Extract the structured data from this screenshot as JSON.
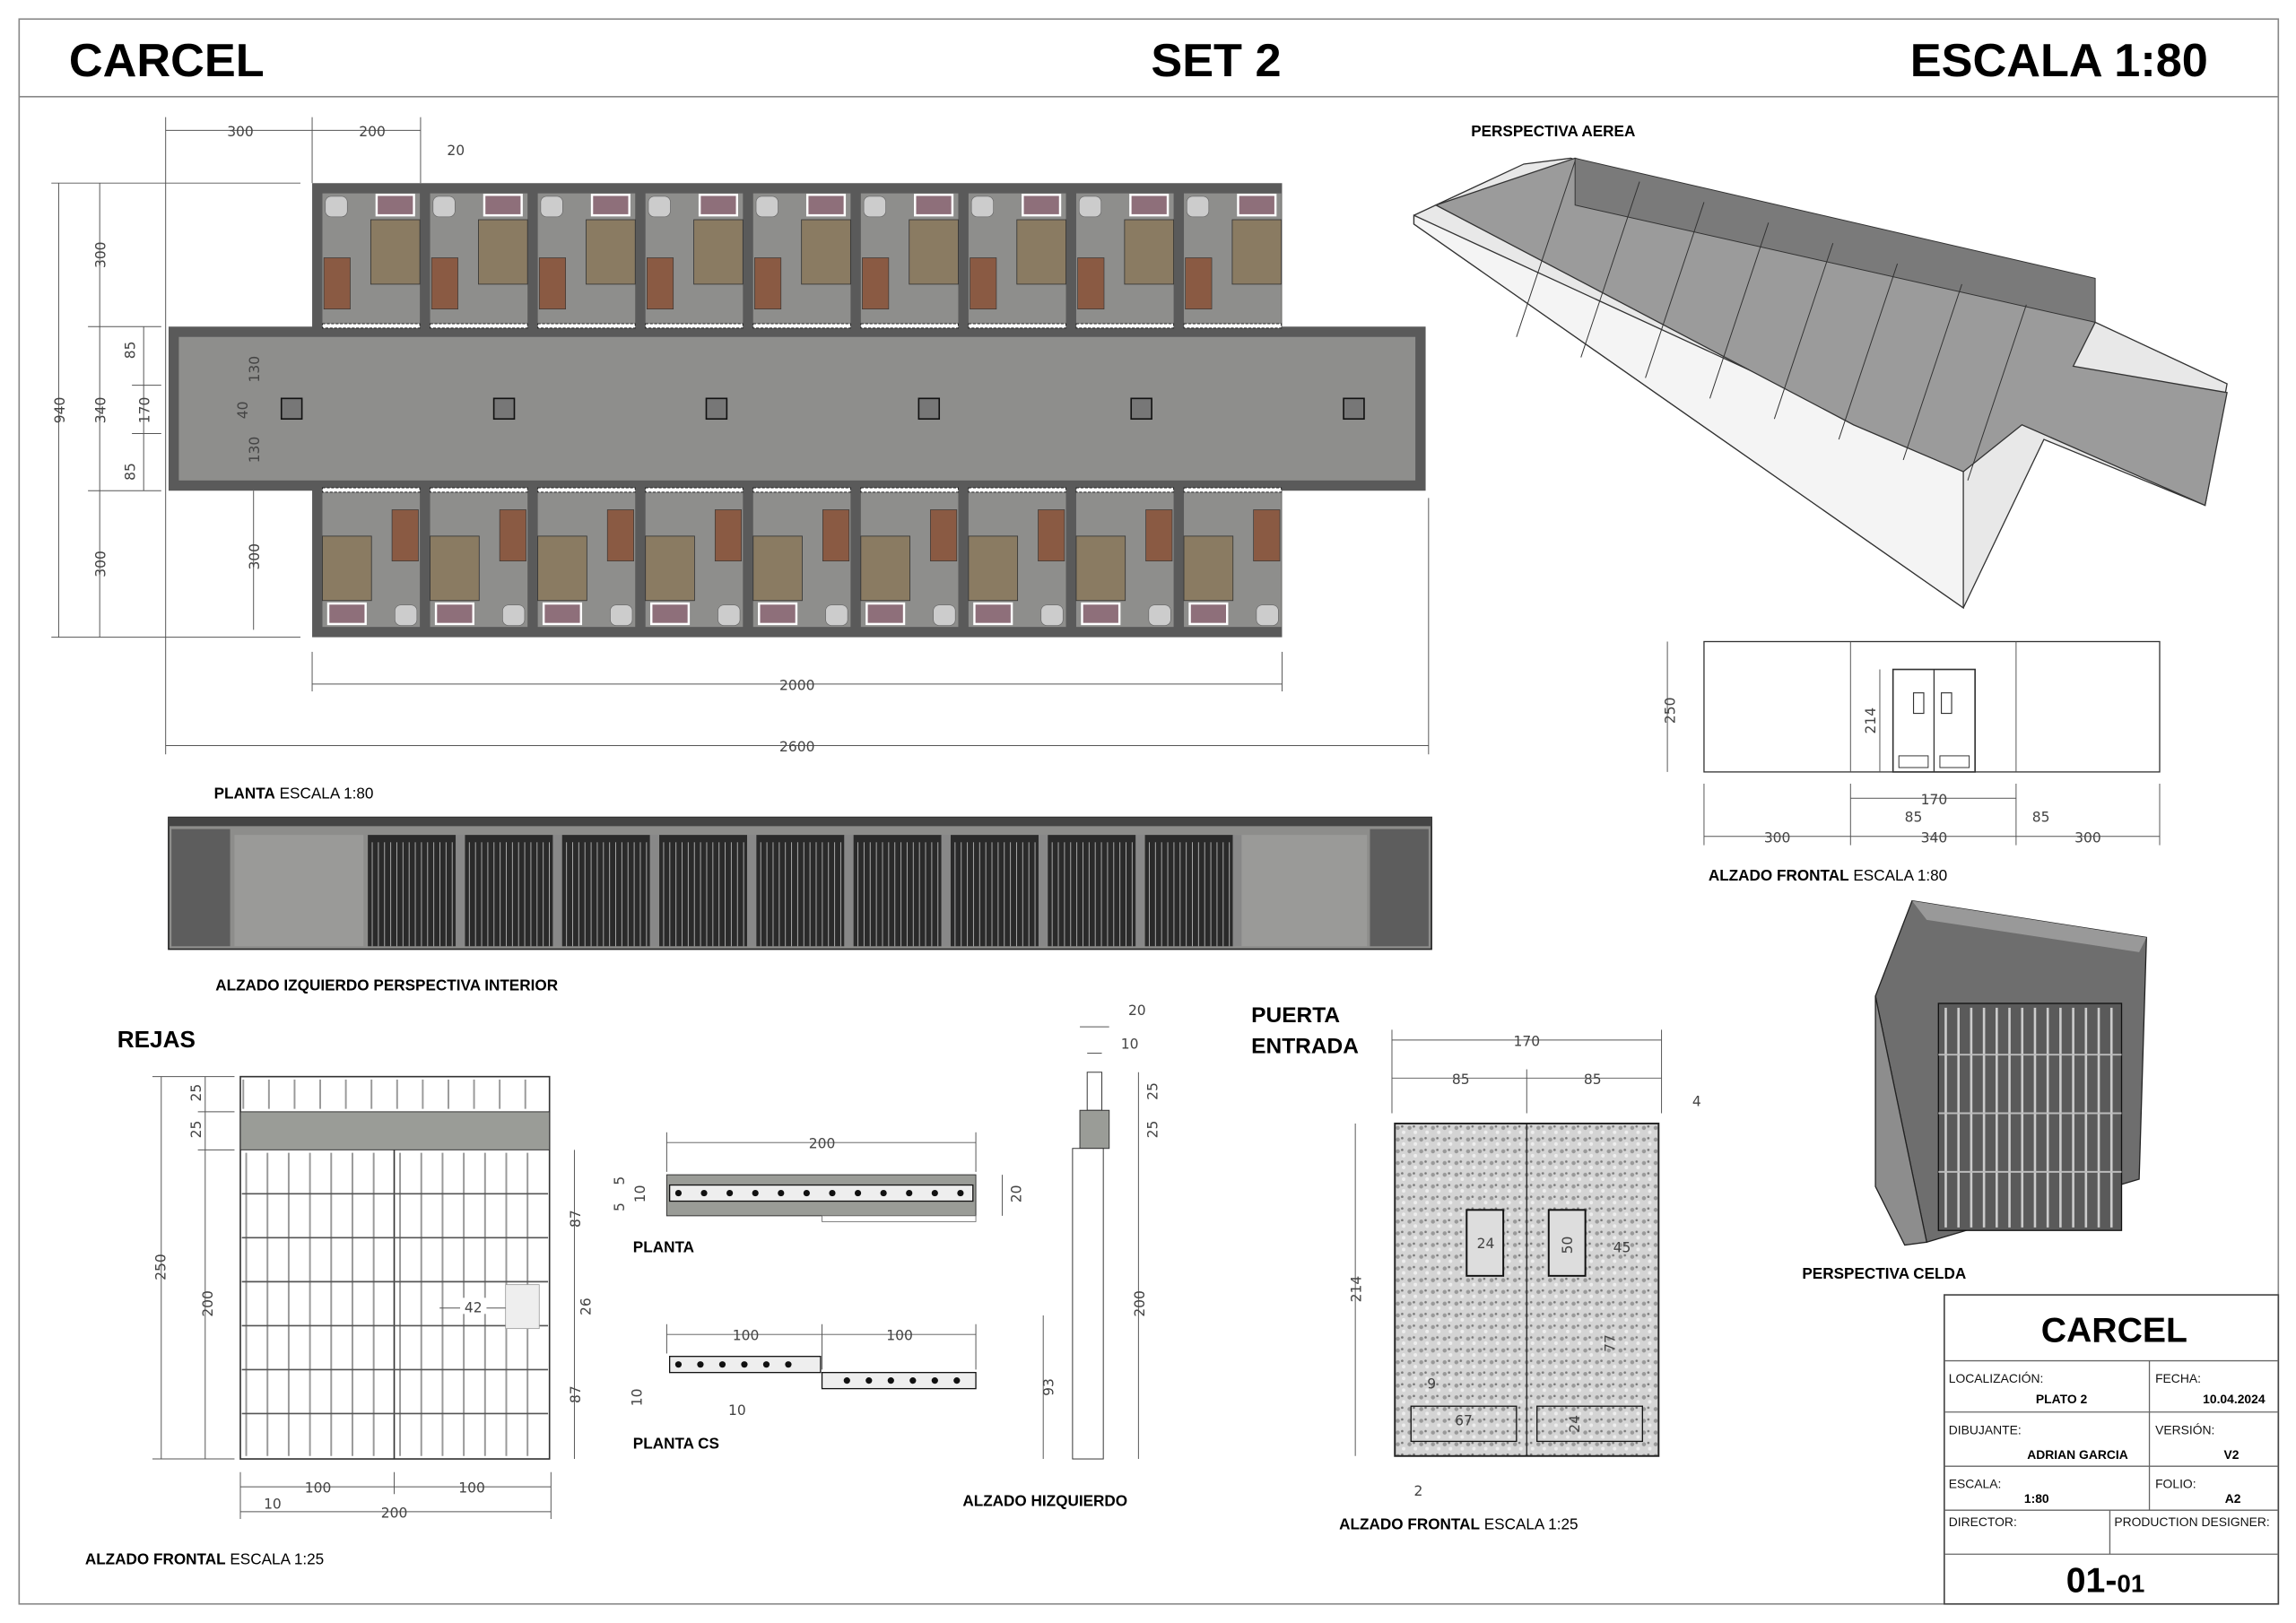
{
  "header": {
    "title": "CARCEL",
    "set": "SET 2",
    "scale": "ESCALA 1:80"
  },
  "plan": {
    "label": "PLANTA",
    "label_scale": "ESCALA 1:80",
    "dims": {
      "top_a": "300",
      "top_b": "200",
      "wall": "20",
      "total_h": "940",
      "h_top": "300",
      "h_mid": "340",
      "h_bot": "300",
      "d85a": "85",
      "d170": "170",
      "d85b": "85",
      "c130a": "130",
      "c40": "40",
      "c130b": "130",
      "c300": "300",
      "w2000": "2000",
      "w2600": "2600"
    }
  },
  "aerial": {
    "label": "PERSPECTIVA AEREA"
  },
  "front_elev": {
    "label": "ALZADO FRONTAL",
    "label_scale": "ESCALA 1:80",
    "dims": {
      "h250": "250",
      "h214": "214",
      "w170": "170",
      "w85a": "85",
      "w85b": "85",
      "w300a": "300",
      "w340": "340",
      "w300b": "300"
    }
  },
  "left_elev": {
    "label": "ALZADO IZQUIERDO PERSPECTIVA INTERIOR"
  },
  "rejas": {
    "title": "REJAS",
    "label": "ALZADO FRONTAL",
    "label_scale": "ESCALA 1:25",
    "dims": {
      "h25a": "25",
      "h25b": "25",
      "h250": "250",
      "h200": "200",
      "h87a": "87",
      "h26": "26",
      "h87b": "87",
      "w42": "42",
      "w100a": "100",
      "w100b": "100",
      "w10": "10",
      "w200": "200"
    }
  },
  "planta": {
    "label": "PLANTA",
    "dims": {
      "w200": "200",
      "d5a": "5",
      "d10": "10",
      "d5b": "5",
      "d20": "20"
    }
  },
  "planta_cs": {
    "label": "PLANTA CS",
    "dims": {
      "w100a": "100",
      "w100b": "100",
      "d10a": "10",
      "d10b": "10"
    }
  },
  "alzado_hiz": {
    "label": "ALZADO HIZQUIERDO",
    "dims": {
      "d20": "20",
      "d10": "10",
      "d25a": "25",
      "d25b": "25",
      "d200": "200",
      "d93": "93"
    }
  },
  "puerta": {
    "title_1": "PUERTA",
    "title_2": "ENTRADA",
    "label": "ALZADO FRONTAL",
    "label_scale": "ESCALA 1:25",
    "dims": {
      "w170": "170",
      "w85a": "85",
      "w85b": "85",
      "d4": "4",
      "h214": "214",
      "w24": "24",
      "h50": "50",
      "w45": "45",
      "h77": "77",
      "d9": "9",
      "w67": "67",
      "h24": "24",
      "d2": "2"
    }
  },
  "cell_persp": {
    "label": "PERSPECTIVA CELDA"
  },
  "title_block": {
    "title": "CARCEL",
    "location_label": "LOCALIZACIÓN:",
    "location": "PLATO 2",
    "date_label": "FECHA:",
    "date": "10.04.2024",
    "drafter_label": "DIBUJANTE:",
    "drafter": "ADRIAN GARCIA",
    "version_label": "VERSIÓN:",
    "version": "V2",
    "scale_label": "ESCALA:",
    "scale": "1:80",
    "folio_label": "FOLIO:",
    "folio": "A2",
    "director_label": "DIRECTOR:",
    "designer_label": "PRODUCTION DESIGNER:",
    "sheet_main": "01-",
    "sheet_sub": "01"
  },
  "colors": {
    "wall": "#5a5a5a",
    "floor": "#8e8e8c",
    "bed": "#8a7b62",
    "desk": "#8a5a43",
    "pillow": "#8e6f7a",
    "grille": "#9a9c97"
  }
}
